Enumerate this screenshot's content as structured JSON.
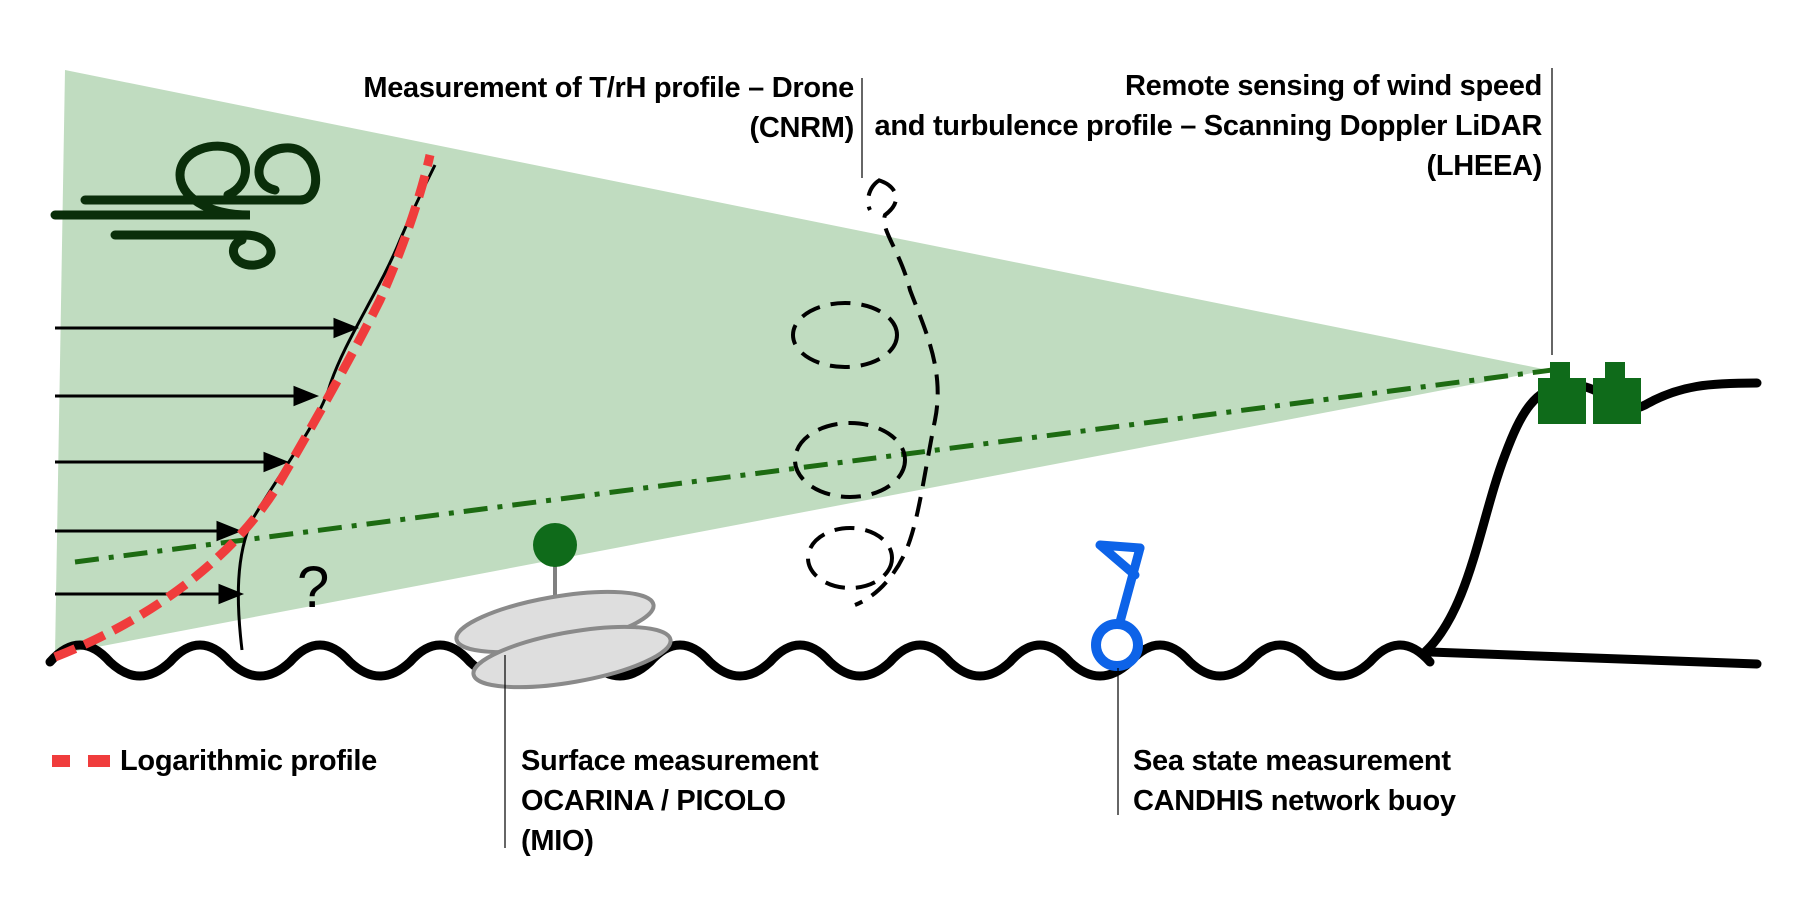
{
  "labels": {
    "drone": {
      "line1": "Measurement of T/rH profile – Drone",
      "line2": "(CNRM)"
    },
    "lidar": {
      "line1": "Remote sensing of wind speed",
      "line2": "and turbulence profile – Scanning Doppler LiDAR",
      "line3": "(LHEEA)"
    },
    "surface": {
      "line1": "Surface measurement",
      "line2": "OCARINA / PICOLO",
      "line3": "(MIO)"
    },
    "sea_state": {
      "line1": "Sea state measurement",
      "line2": "CANDHIS network buoy"
    },
    "unknown_mark": "?"
  },
  "legend": {
    "label": "Logarithmic profile"
  },
  "colors": {
    "lidar_cone": "#c0dcc0",
    "lidar_device": "#0f6b1a",
    "lidar_beam": "#1d6b12",
    "log_profile": "#f03c3c",
    "buoy": "#0d63e8",
    "surface_platform": "#dedede",
    "outline": "#000000"
  },
  "icons": [
    "wind-icon",
    "lidar-device-icon",
    "drone-path-icon",
    "buoy-icon",
    "surface-platform-icon"
  ]
}
